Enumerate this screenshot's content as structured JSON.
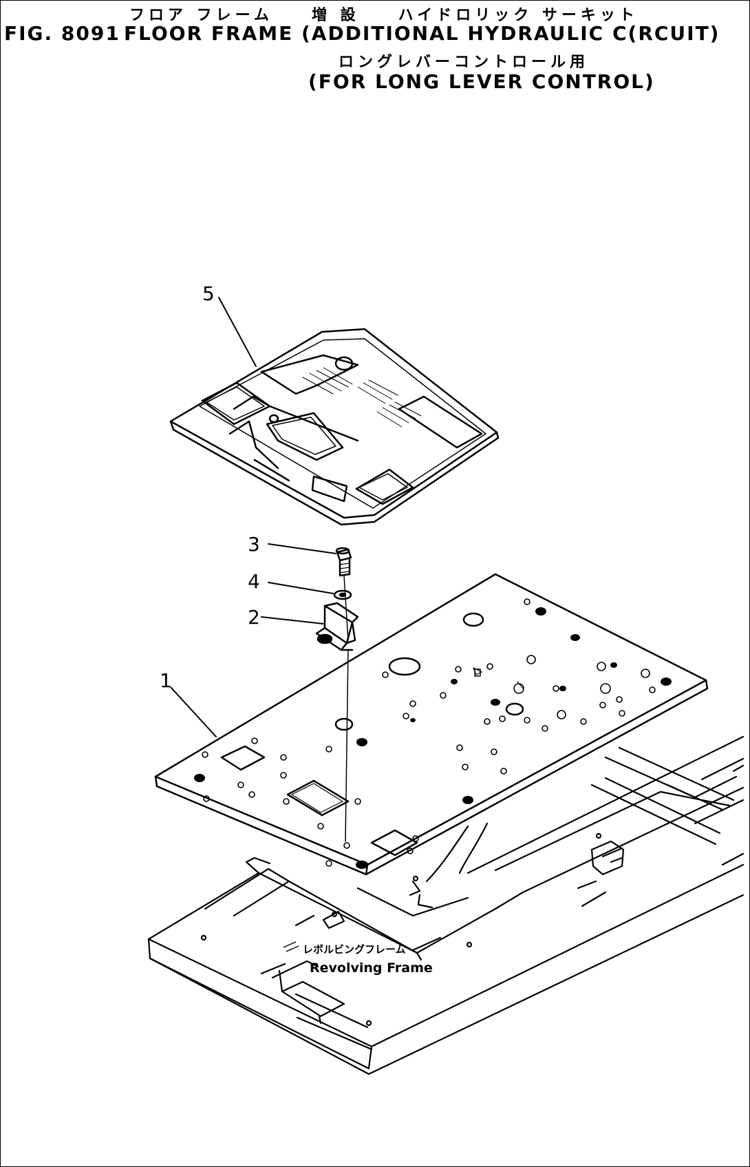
{
  "header": {
    "jp_line1": "フロア フレーム　　増 設　　ハイドロリック サーキット",
    "fig_label": "FIG. 8091",
    "title": "FLOOR FRAME (ADDITIONAL HYDRAULIC C(RCUIT)",
    "jp_line2": "ロングレバーコントロール用",
    "subtitle": "(FOR LONG LEVER CONTROL)"
  },
  "callouts": {
    "c1": "1",
    "c2": "2",
    "c3": "3",
    "c4": "4",
    "c5": "5"
  },
  "revolving_frame": {
    "label_jp": "レボルビングフレーム",
    "label_en": "Revolving Frame"
  }
}
